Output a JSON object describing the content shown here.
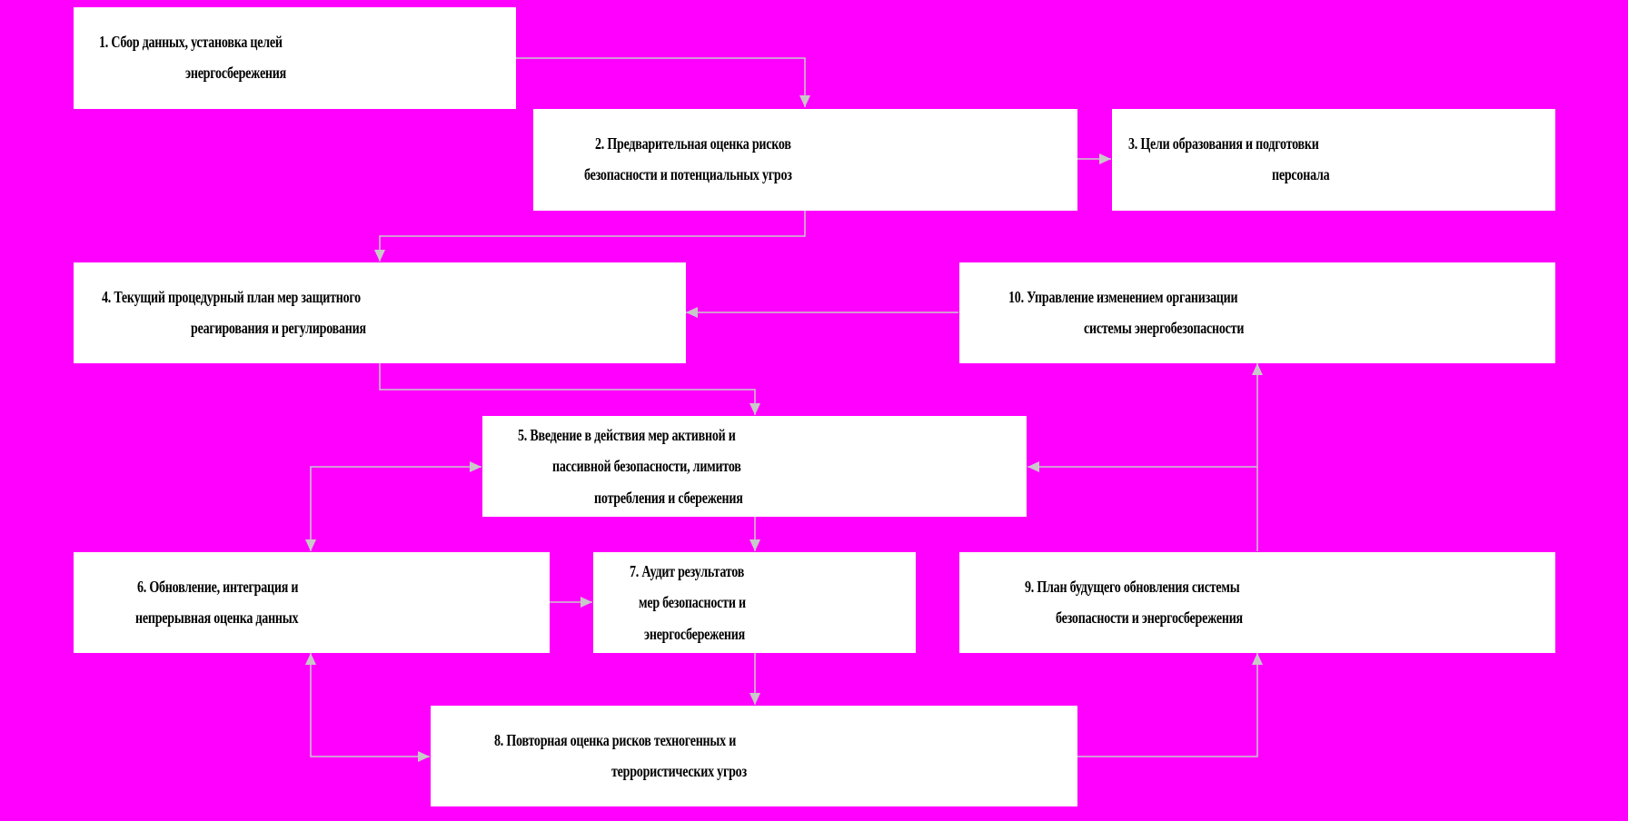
{
  "colors": {
    "background": "#ff00ff",
    "box_fill": "#ffffff",
    "connector": "#c8c8c8",
    "text": "#000000"
  },
  "nodes": [
    {
      "id": "n1",
      "lines": [
        "1. Сбор данных, установка целей",
        "энергосбережения"
      ]
    },
    {
      "id": "n2",
      "lines": [
        "2. Предварительная оценка рисков",
        "безопасности и потенциальных угроз"
      ]
    },
    {
      "id": "n3",
      "lines": [
        "3. Цели образования и подготовки",
        "персонала"
      ]
    },
    {
      "id": "n4",
      "lines": [
        "4. Текущий процедурный план мер защитного",
        "реагирования и регулирования"
      ]
    },
    {
      "id": "n5",
      "lines": [
        "5. Введение в действия мер активной и",
        "пассивной безопасности, лимитов",
        "потребления и сбережения"
      ]
    },
    {
      "id": "n6",
      "lines": [
        "6. Обновление, интеграция и",
        "непрерывная оценка данных"
      ]
    },
    {
      "id": "n7",
      "lines": [
        "7. Аудит результатов",
        "мер безопасности и",
        "энергосбережения"
      ]
    },
    {
      "id": "n8",
      "lines": [
        "8. Повторная оценка рисков техногенных и",
        "террористических угроз"
      ]
    },
    {
      "id": "n9",
      "lines": [
        "9. План будущего обновления системы",
        "безопасности и энергосбережения"
      ]
    },
    {
      "id": "n10",
      "lines": [
        "10. Управление изменением организации",
        "системы энергобезопасности"
      ]
    }
  ],
  "edges": [
    {
      "from": "n1",
      "to": "n2"
    },
    {
      "from": "n2",
      "to": "n3"
    },
    {
      "from": "n2",
      "to": "n4"
    },
    {
      "from": "n10",
      "to": "n4"
    },
    {
      "from": "n4",
      "to": "n5"
    },
    {
      "from": "n5",
      "to": "n6",
      "bidirectional": true
    },
    {
      "from": "n9",
      "to": "n5"
    },
    {
      "from": "n5",
      "to": "n7"
    },
    {
      "from": "n6",
      "to": "n7"
    },
    {
      "from": "n9",
      "to": "n10"
    },
    {
      "from": "n7",
      "to": "n8"
    },
    {
      "from": "n6",
      "to": "n8",
      "bidirectional": true
    },
    {
      "from": "n8",
      "to": "n9"
    }
  ]
}
